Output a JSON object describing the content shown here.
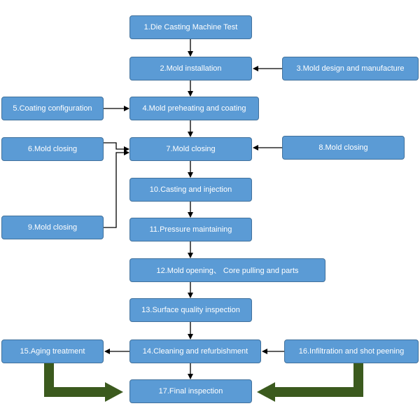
{
  "steps": {
    "s1": "1.Die Casting Machine Test",
    "s2": "2.Mold installation",
    "s3": "3.Mold design and manufacture",
    "s4": "4.Mold preheating and coating",
    "s5": "5.Coating configuration",
    "s6": "6.Mold closing",
    "s7": "7.Mold closing",
    "s8": "8.Mold closing",
    "s9": "9.Mold closing",
    "s10": "10.Casting and injection",
    "s11": "11.Pressure maintaining",
    "s12": "12.Mold opening、 Core pulling and parts",
    "s13": "13.Surface quality inspection",
    "s14": "14.Cleaning and refurbishment",
    "s15": "15.Aging treatment",
    "s16": "16.Infiltration and shot peening",
    "s17": "17.Final inspection"
  },
  "colors": {
    "box_fill": "#5b9bd5",
    "box_border": "#41719c",
    "connector": "#000000",
    "big_arrow": "#3b5a1e"
  }
}
